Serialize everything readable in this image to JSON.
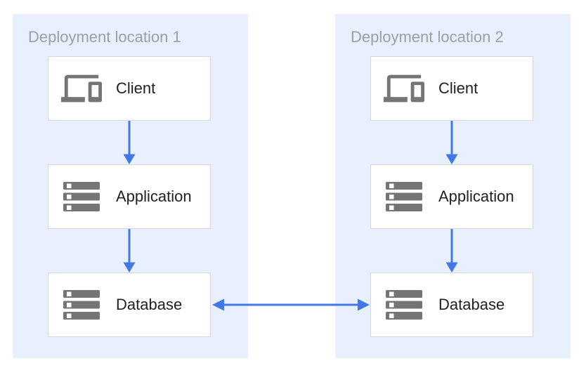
{
  "diagram": {
    "groups": [
      {
        "label": "Deployment location 1",
        "nodes": [
          {
            "label": "Client",
            "icon": "devices-icon"
          },
          {
            "label": "Application",
            "icon": "server-stack-icon"
          },
          {
            "label": "Database",
            "icon": "server-stack-icon"
          }
        ]
      },
      {
        "label": "Deployment location 2",
        "nodes": [
          {
            "label": "Client",
            "icon": "devices-icon"
          },
          {
            "label": "Application",
            "icon": "server-stack-icon"
          },
          {
            "label": "Database",
            "icon": "server-stack-icon"
          }
        ]
      }
    ],
    "connections": [
      {
        "from": "Client (location 1)",
        "to": "Application (location 1)",
        "direction": "down"
      },
      {
        "from": "Application (location 1)",
        "to": "Database (location 1)",
        "direction": "down"
      },
      {
        "from": "Client (location 2)",
        "to": "Application (location 2)",
        "direction": "down"
      },
      {
        "from": "Application (location 2)",
        "to": "Database (location 2)",
        "direction": "down"
      },
      {
        "from": "Database (location 1)",
        "to": "Database (location 2)",
        "direction": "bidirectional"
      }
    ],
    "colors": {
      "group_background": "#E7F0FC",
      "arrow": "#4277E8",
      "icon": "#757575",
      "node_border": "#D3D6DB",
      "node_background": "#FFFFFF",
      "group_label": "#9AA0A6",
      "node_label": "#202124"
    }
  }
}
